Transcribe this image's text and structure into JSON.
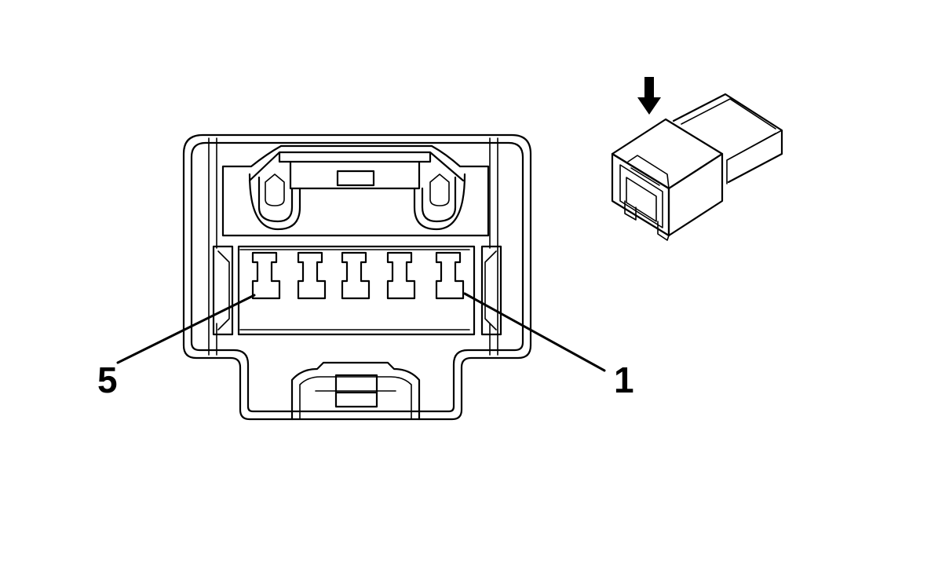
{
  "labels": {
    "pin_left": "5",
    "pin_right": "1"
  },
  "colors": {
    "stroke": "#000000",
    "background": "#ffffff"
  },
  "connector": {
    "terminal_count": 5
  }
}
